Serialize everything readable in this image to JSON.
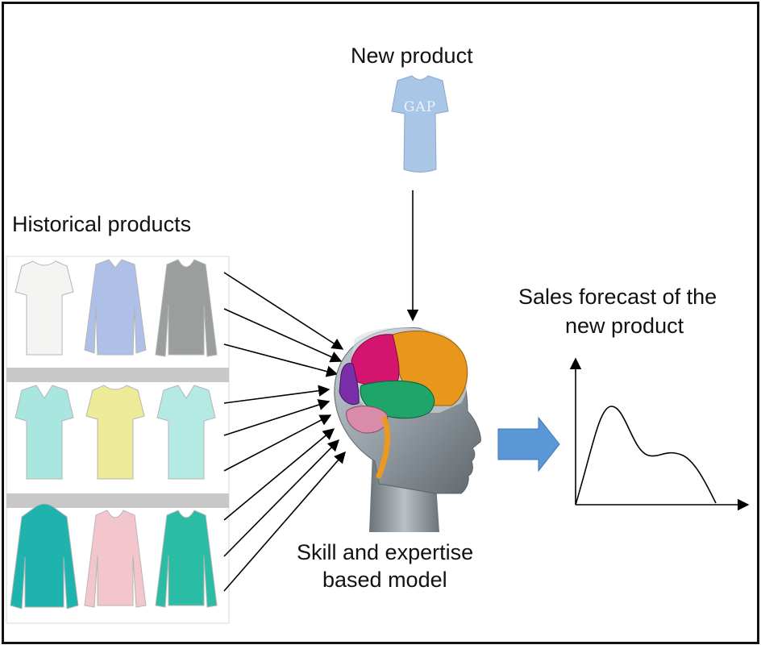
{
  "new_product": {
    "label": "New product",
    "logo_text": "GAP",
    "tshirt_color": "#a9c6e6"
  },
  "historical": {
    "label": "Historical products",
    "grid": [
      [
        {
          "garment": "tshirt",
          "color": "#f4f4f2"
        },
        {
          "garment": "shirt",
          "color": "#aebfe8"
        },
        {
          "garment": "longsleeve",
          "color": "#9a9e9c"
        }
      ],
      [
        {
          "garment": "polo",
          "color": "#a9e6df"
        },
        {
          "garment": "tshirt",
          "color": "#eeeb98"
        },
        {
          "garment": "polo",
          "color": "#b4eae3"
        }
      ],
      [
        {
          "garment": "hoodie",
          "color": "#1fb3ad"
        },
        {
          "garment": "longsleeve",
          "color": "#f2c6cc"
        },
        {
          "garment": "longsleeve",
          "color": "#2bbca6"
        }
      ]
    ]
  },
  "model": {
    "line1": "Skill and expertise",
    "line2": "based model"
  },
  "forecast": {
    "line1": "Sales forecast of the",
    "line2": "new product"
  },
  "colors": {
    "arrow_fill": "#5b97d6",
    "brain_frontal": "#e8961c",
    "brain_parietal": "#d4146f",
    "brain_temporal": "#1fa56a",
    "brain_occipital": "#7a2fa8",
    "brain_cerebellum": "#d98caa",
    "head": "#9aa3ab"
  }
}
